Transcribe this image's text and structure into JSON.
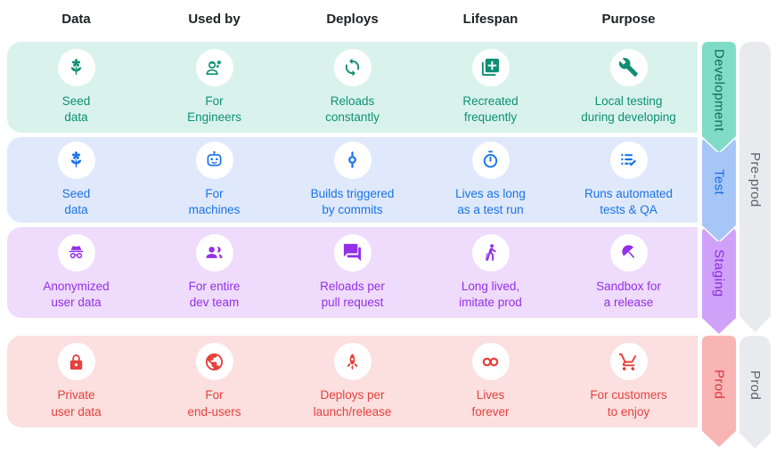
{
  "header": {
    "columns": [
      "Data",
      "Used by",
      "Deploys",
      "Lifespan",
      "Purpose"
    ]
  },
  "rows": [
    {
      "name": "Development",
      "accent_color": "#0e8f74",
      "background_color": "#d9f3ec",
      "ribbon_color": "#80dcc6",
      "ribbon_text_color": "#0b6e5a",
      "cells": [
        {
          "icon": "seed-icon",
          "label": "Seed\ndata"
        },
        {
          "icon": "engineer-icon",
          "label": "For\nEngineers"
        },
        {
          "icon": "sync-icon",
          "label": "Reloads\nconstantly"
        },
        {
          "icon": "library-add-icon",
          "label": "Recreated\nfrequently"
        },
        {
          "icon": "wrench-icon",
          "label": "Local testing\nduring developing"
        }
      ]
    },
    {
      "name": "Test",
      "accent_color": "#1a73e8",
      "background_color": "#dfe9fb",
      "ribbon_color": "#a6c6f8",
      "ribbon_text_color": "#1a6ce0",
      "cells": [
        {
          "icon": "seed-icon",
          "label": "Seed\ndata"
        },
        {
          "icon": "robot-icon",
          "label": "For\nmachines"
        },
        {
          "icon": "commit-icon",
          "label": "Builds triggered\nby commits"
        },
        {
          "icon": "timer-icon",
          "label": "Lives as long\nas a test run"
        },
        {
          "icon": "checklist-icon",
          "label": "Runs automated\ntests & QA"
        }
      ]
    },
    {
      "name": "Staging",
      "accent_color": "#9330e8",
      "background_color": "#efdbfc",
      "ribbon_color": "#d0a1f9",
      "ribbon_text_color": "#8a2ce0",
      "cells": [
        {
          "icon": "incognito-icon",
          "label": "Anonymized\nuser data"
        },
        {
          "icon": "group-icon",
          "label": "For entire\ndev team"
        },
        {
          "icon": "forum-icon",
          "label": "Reloads per\npull request"
        },
        {
          "icon": "hiking-icon",
          "label": "Long lived,\nimitate prod"
        },
        {
          "icon": "umbrella-icon",
          "label": "Sandbox for\na release"
        }
      ]
    },
    {
      "name": "Prod",
      "accent_color": "#e5413e",
      "background_color": "#fcdfdf",
      "ribbon_color": "#f9b4b4",
      "ribbon_text_color": "#d93842",
      "cells": [
        {
          "icon": "lock-icon",
          "label": "Private\nuser data"
        },
        {
          "icon": "globe-icon",
          "label": "For\nend-users"
        },
        {
          "icon": "rocket-icon",
          "label": "Deploys per\nlaunch/release"
        },
        {
          "icon": "infinity-icon",
          "label": "Lives\nforever"
        },
        {
          "icon": "cart-icon",
          "label": "For customers\nto enjoy"
        }
      ]
    }
  ],
  "side": {
    "pre_prod": "Pre-prod",
    "prod": "Prod",
    "ribbon_color": "#e8eaed",
    "text_color": "#5f6368"
  }
}
